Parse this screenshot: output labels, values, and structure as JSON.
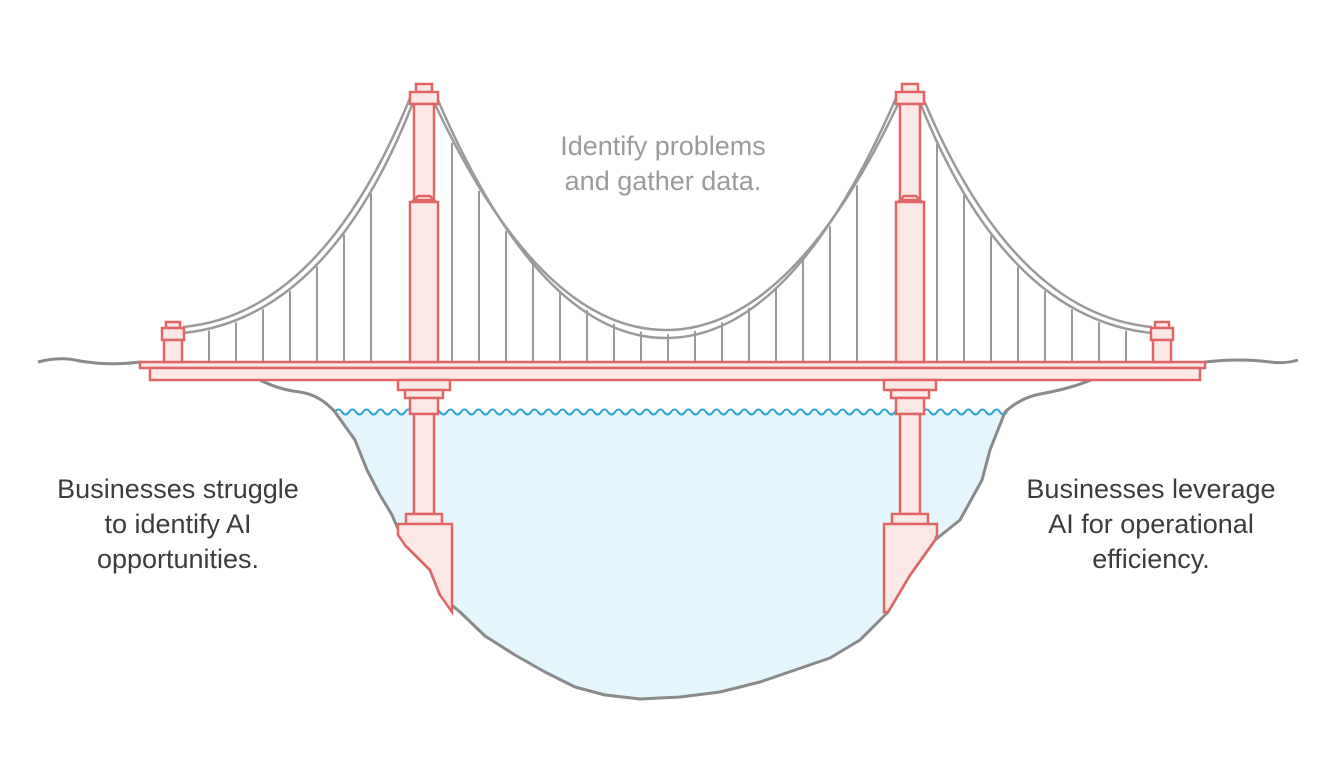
{
  "diagram": {
    "labels": {
      "top": {
        "line1": "Identify problems",
        "line2": "and gather data."
      },
      "left": {
        "line1": "Businesses struggle",
        "line2": "to identify AI",
        "line3": "opportunities."
      },
      "right": {
        "line1": "Businesses leverage",
        "line2": "AI for operational",
        "line3": "efficiency."
      }
    },
    "colors": {
      "structure_stroke": "#e06666",
      "structure_fill": "#fde8e8",
      "cable_stroke": "#9a9a9a",
      "ground_stroke": "#8a8a8a",
      "water_fill": "#e4f6fc",
      "wave_stroke": "#2fa4d4",
      "muted_text": "#9b9b9b",
      "body_text": "#3c3c3c"
    }
  }
}
